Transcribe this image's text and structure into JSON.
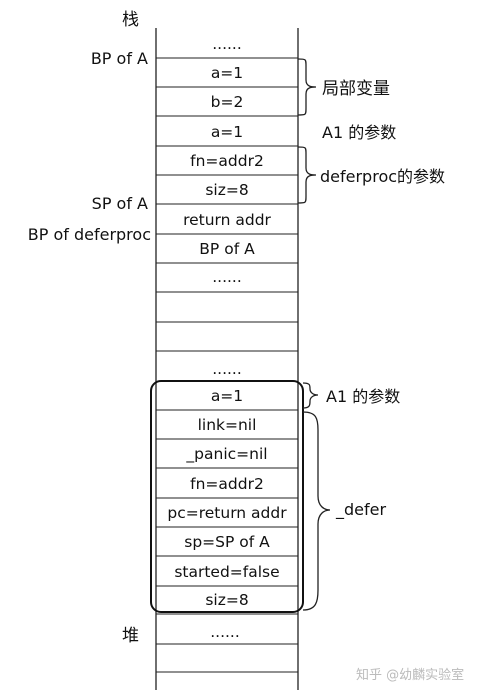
{
  "title_stack": "栈",
  "title_heap": "堆",
  "stack_cells": [
    "......",
    "a=1",
    "b=2",
    "a=1",
    "fn=addr2",
    "siz=8",
    "return addr",
    "BP of A",
    "......"
  ],
  "defer_cells": [
    "......",
    "a=1",
    "link=nil",
    "_panic=nil",
    "fn=addr2",
    "pc=return addr",
    "sp=SP of A",
    "started=false",
    "siz=8"
  ],
  "heap_cells": [
    "......"
  ],
  "left_labels": {
    "bp_a": "BP of A",
    "sp_a": "SP of A",
    "bp_deferproc": "BP of deferproc"
  },
  "right_labels": {
    "locals": "局部变量",
    "a1_params": "A1 的参数",
    "deferproc_params": "deferproc的参数",
    "a1_params_2": "A1 的参数",
    "defer": "_defer"
  },
  "watermark": "知乎 @幼麟实验室"
}
